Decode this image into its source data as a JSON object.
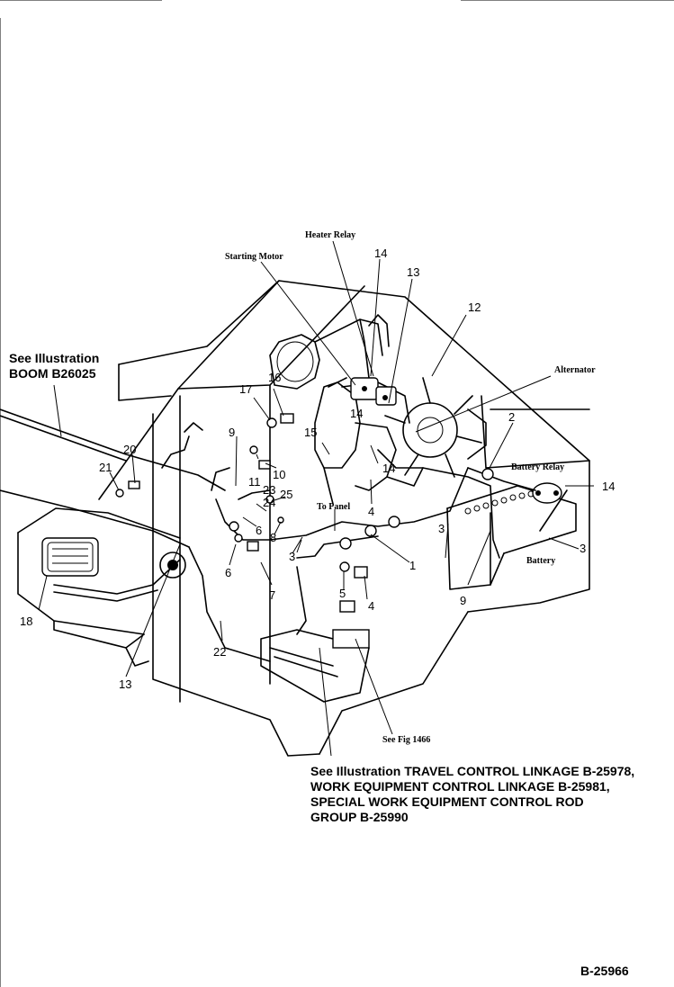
{
  "document": {
    "drawing_number": "B-25966",
    "references": {
      "boom": [
        "See Illustration",
        "BOOM B26025"
      ],
      "control": [
        "See Illustration TRAVEL CONTROL LINKAGE B-25978,",
        "WORK EQUIPMENT CONTROL LINKAGE B-25981,",
        "SPECIAL WORK EQUIPMENT CONTROL ROD",
        "GROUP B-25990"
      ]
    },
    "component_labels": {
      "heater_relay": "Heater Relay",
      "starting_motor": "Starting Motor",
      "alternator": "Alternator",
      "battery_relay": "Battery Relay",
      "battery": "Battery",
      "to_panel": "To Panel",
      "see_fig": "See Fig 1466"
    },
    "callouts": {
      "c1": "1",
      "c2": "2",
      "c3a": "3",
      "c3b": "3",
      "c3c": "3",
      "c4a": "4",
      "c4b": "4",
      "c5": "5",
      "c6a": "6",
      "c6b": "6",
      "c7": "7",
      "c8": "8",
      "c9a": "9",
      "c9b": "9",
      "c10": "10",
      "c11": "11",
      "c12": "12",
      "c13a": "13",
      "c13b": "13",
      "c14a": "14",
      "c14b": "14",
      "c14c": "14",
      "c14d": "14",
      "c15": "15",
      "c16": "16",
      "c17": "17",
      "c18": "18",
      "c20": "20",
      "c21": "21",
      "c22": "22",
      "c23": "23",
      "c24": "24",
      "c25": "25"
    }
  }
}
